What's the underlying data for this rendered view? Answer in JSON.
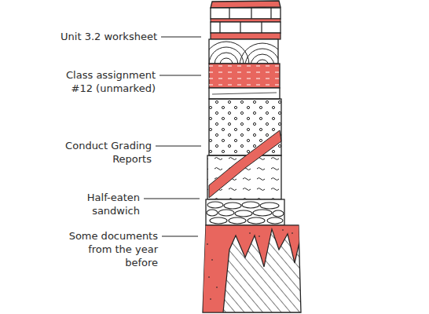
{
  "diagram": {
    "labels": [
      "Unit 3.2 worksheet",
      "Class assignment #12 (unmarked)",
      "Conduct Grading Reports",
      "Half-eaten sandwich",
      "Some documents from the year before"
    ]
  }
}
